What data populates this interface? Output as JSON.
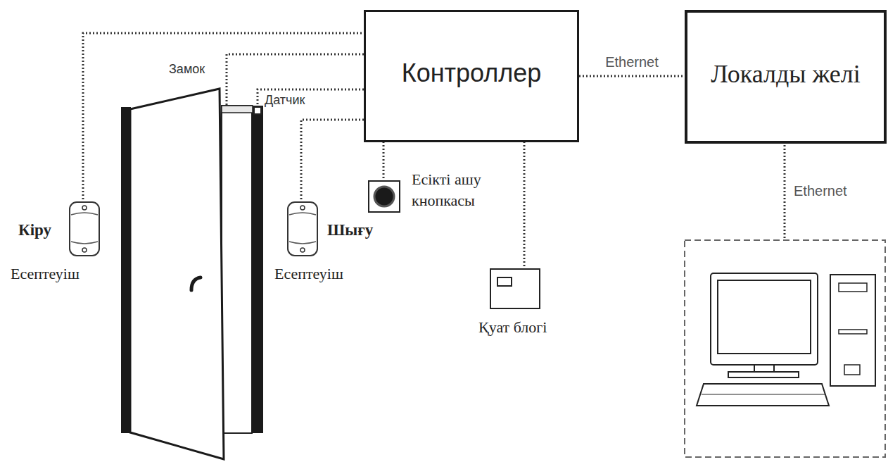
{
  "diagram": {
    "nodes": [
      {
        "text": [
          "Контроллер"
        ]
      },
      {
        "text": [
          "Локалды желі"
        ]
      },
      {
        "text": [
          "Кіру",
          "Есептеуіш"
        ]
      },
      {
        "text": [
          "Шығу",
          "Есептеуіш"
        ]
      },
      {
        "text": [
          "Есікті ашу кнопкасы"
        ]
      },
      {
        "text": [
          "Қуат блогі"
        ]
      }
    ],
    "edges": [
      {
        "from": 0,
        "to": 1,
        "arrow": "none",
        "label": "Ethernet"
      },
      {
        "from": 2,
        "to": 0,
        "arrow": "none"
      },
      {
        "from": 3,
        "to": 0,
        "arrow": "none"
      },
      {
        "from": 4,
        "to": 0,
        "arrow": "none"
      },
      {
        "from": 5,
        "to": 0,
        "arrow": "none"
      }
    ],
    "labels": [
      "Замок",
      "Датчик",
      "Ethernet"
    ]
  }
}
